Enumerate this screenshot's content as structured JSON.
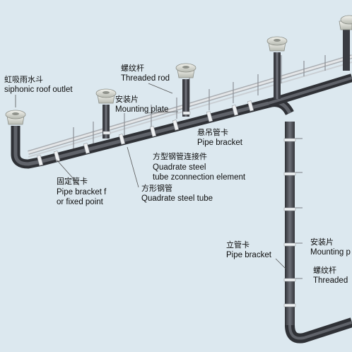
{
  "colors": {
    "background": "#dce8ef",
    "pipe": "#4a4d54",
    "pipe_highlight": "#7b7f88",
    "steel_tube": "#c9ccd0",
    "outlet": "#d9dbd4",
    "label_text": "#0d0d0d"
  },
  "labels": {
    "siphonic_outlet": {
      "cn": "虹吸雨水斗",
      "en": "siphonic roof outlet"
    },
    "threaded_rod_top": {
      "cn": "螺纹杆",
      "en": "Threaded rod"
    },
    "mounting_plate_top": {
      "cn": "安装片",
      "en": "Mounting plate"
    },
    "pipe_bracket_top": {
      "cn": "悬吊管卡",
      "en": "Pipe bracket"
    },
    "connection_element": {
      "cn": "方型钢管连接件",
      "en1": "Quadrate steel",
      "en2": "tube zconnection element"
    },
    "fixed_point": {
      "cn": "固定管卡",
      "en1": "Pipe bracket f",
      "en2": "or fixed point"
    },
    "quadrate_tube": {
      "cn": "方形钢管",
      "en": "Quadrate steel tube"
    },
    "pipe_bracket_vertical": {
      "cn": "立管卡",
      "en": "Pipe bracket"
    },
    "mounting_plate_right": {
      "cn": "安装片",
      "en": "Mounting p"
    },
    "threaded_rod_right": {
      "cn": "螺纹杆",
      "en": "Threaded"
    }
  }
}
